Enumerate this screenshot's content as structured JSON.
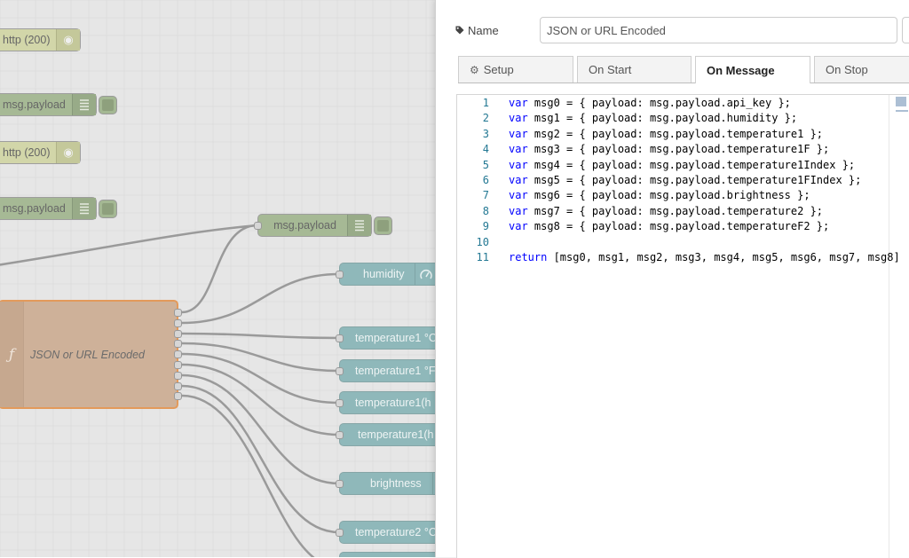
{
  "canvas": {
    "nodes": {
      "http1": "http (200)",
      "debug1": "msg.payload",
      "http2": "http (200)",
      "debug2": "msg.payload",
      "debug3": "msg.payload",
      "function": "JSON or URL Encoded",
      "humidity": "humidity",
      "temp1c": "temperature1 °C",
      "temp1f": "temperature1 °F",
      "temp1index": "temperature1(h",
      "temp1findex": "temperature1(h",
      "brightness": "brightness",
      "temp2c": "temperature2 °C"
    }
  },
  "tray": {
    "name_label": "Name",
    "name_value": "JSON or URL Encoded",
    "tabs": [
      "Setup",
      "On Start",
      "On Message",
      "On Stop"
    ],
    "active_tab": "On Message",
    "code_lines": [
      {
        "n": "1",
        "kw": "var",
        "rest": " msg0 = { payload: msg.payload.api_key };"
      },
      {
        "n": "2",
        "kw": "var",
        "rest": " msg1 = { payload: msg.payload.humidity };"
      },
      {
        "n": "3",
        "kw": "var",
        "rest": " msg2 = { payload: msg.payload.temperature1 };"
      },
      {
        "n": "4",
        "kw": "var",
        "rest": " msg3 = { payload: msg.payload.temperature1F };"
      },
      {
        "n": "5",
        "kw": "var",
        "rest": " msg4 = { payload: msg.payload.temperature1Index };"
      },
      {
        "n": "6",
        "kw": "var",
        "rest": " msg5 = { payload: msg.payload.temperature1FIndex };"
      },
      {
        "n": "7",
        "kw": "var",
        "rest": " msg6 = { payload: msg.payload.brightness };"
      },
      {
        "n": "8",
        "kw": "var",
        "rest": " msg7 = { payload: msg.payload.temperature2 };"
      },
      {
        "n": "9",
        "kw": "var",
        "rest": " msg8 = { payload: msg.payload.temperatureF2 };"
      },
      {
        "n": "10",
        "kw": "",
        "rest": ""
      },
      {
        "n": "11",
        "kw": "return",
        "rest": " [msg0, msg1, msg2, msg3, msg4, msg5, msg6, msg7, msg8]"
      }
    ]
  }
}
